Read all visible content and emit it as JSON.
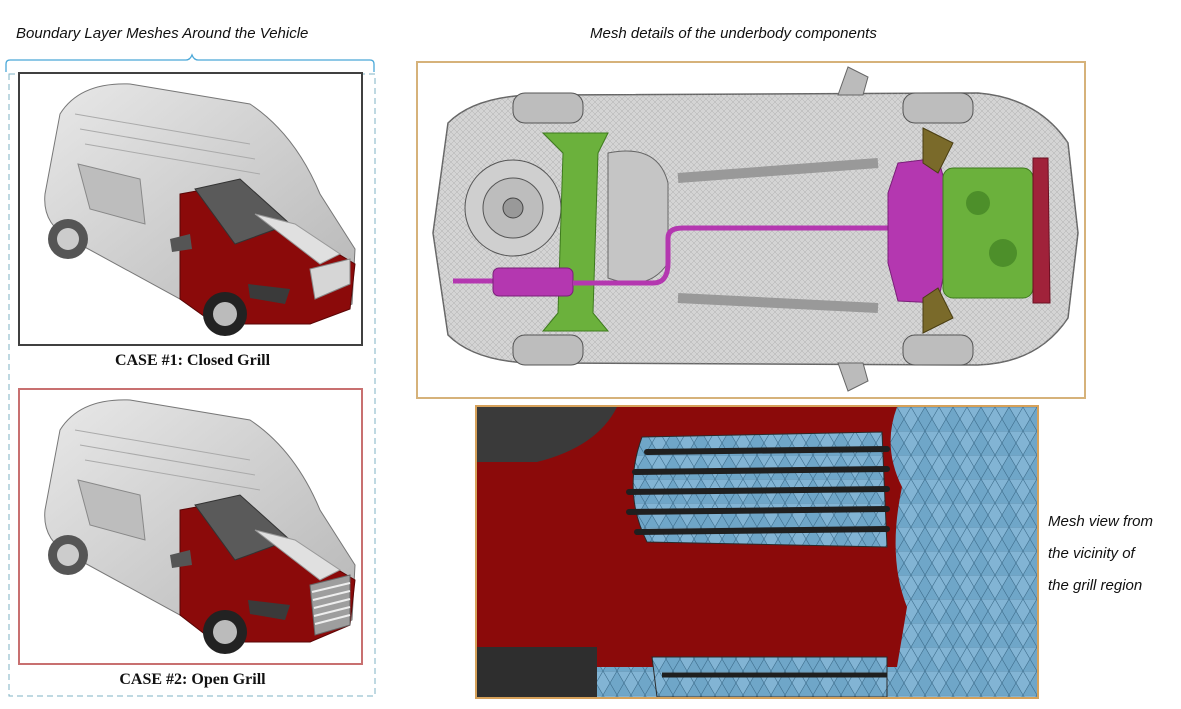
{
  "left_title": "Boundary Layer Meshes Around the Vehicle",
  "right_title": "Mesh details of the underbody components",
  "case1_label": "CASE #1: Closed Grill",
  "case2_label": "CASE #2: Open Grill",
  "grill_caption": {
    "line1": "Mesh view from",
    "line2": "the vicinity of",
    "line3": "the grill region"
  },
  "colors": {
    "bracket": "#4aa8d8",
    "dashed_border": "#7fb3c6",
    "case1_frame": "#404040",
    "case2_frame": "#c87070",
    "underbody_frame": "#d6b27a",
    "grill_frame": "#d6a15a",
    "body_red": "#8b0a0a",
    "mesh_blue": "#6fa6c8",
    "component_green": "#6bb13c",
    "component_magenta": "#b437b0",
    "body_gray": "#cfcfcf"
  }
}
